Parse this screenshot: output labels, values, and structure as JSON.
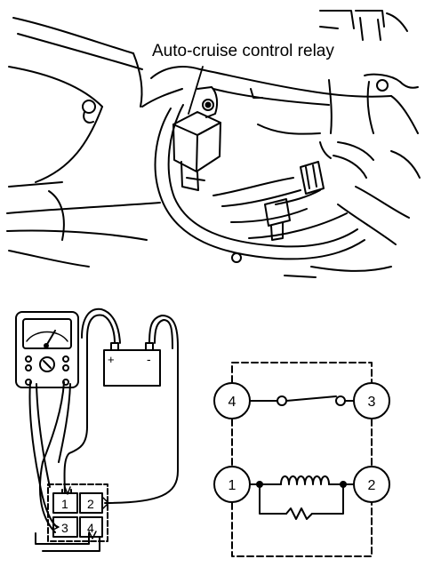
{
  "engine_view": {
    "callout": "Auto-cruise control relay"
  },
  "test_setup": {
    "battery_terminals": {
      "positive": "+",
      "negative": "-"
    },
    "relay_pins": [
      "1",
      "2",
      "3",
      "4"
    ]
  },
  "schematic": {
    "terminals": [
      "4",
      "3",
      "1",
      "2"
    ]
  }
}
